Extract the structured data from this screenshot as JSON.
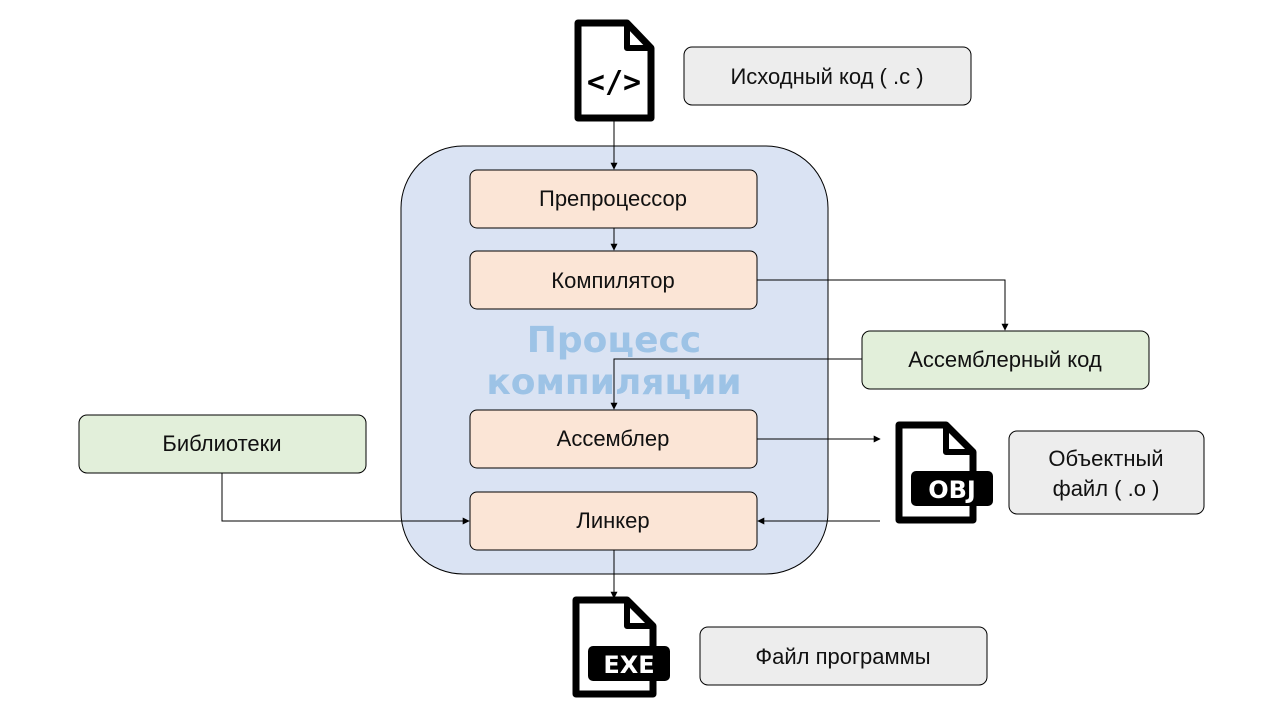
{
  "process_title": [
    "Процесс",
    "компиляции"
  ],
  "stages": {
    "preprocessor": "Препроцессор",
    "compiler": "Компилятор",
    "assembler": "Ассемблер",
    "linker": "Линкер"
  },
  "artifacts": {
    "source_code": "Исходный код ( .c )",
    "assembly_code": "Ассемблерный код",
    "object_file": [
      "Объектный",
      "файл ( .o )"
    ],
    "libraries": "Библиотеки",
    "program_file": "Файл программы"
  },
  "icons": {
    "source": {
      "name": "code-file-icon",
      "glyph": "</>"
    },
    "object": {
      "name": "obj-file-icon",
      "badge": "OBJ"
    },
    "executable": {
      "name": "exe-file-icon",
      "badge": "EXE"
    }
  },
  "colors": {
    "process_bg": "#dae3f3",
    "stage_bg": "#fbe5d6",
    "input_bg": "#e2efda",
    "artifact_bg": "#ededed",
    "watermark": "#9dc3e6"
  }
}
